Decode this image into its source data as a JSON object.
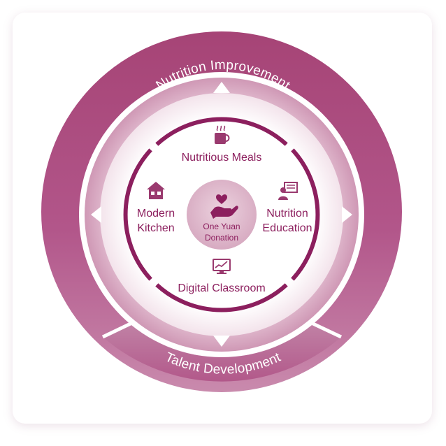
{
  "outer_ring": {
    "top_label": "Nutrition Improvement",
    "bottom_label": "Talent Development"
  },
  "center": {
    "line1": "One Yuan",
    "line2": "Donation"
  },
  "items": {
    "top": "Nutritious Meals",
    "left_line1": "Modern",
    "left_line2": "Kitchen",
    "right_line1": "Nutrition",
    "right_line2": "Education",
    "bottom": "Digital Classroom"
  },
  "icons": {
    "top": "mug-icon",
    "left": "house-icon",
    "right": "teacher-board-icon",
    "bottom": "monitor-chart-icon",
    "center": "heart-hand-icon"
  },
  "colors": {
    "primary": "#a63d74",
    "dark": "#8c1f5e",
    "light_ring": "#cf98b5",
    "center_bg": "#dcb6c9"
  }
}
